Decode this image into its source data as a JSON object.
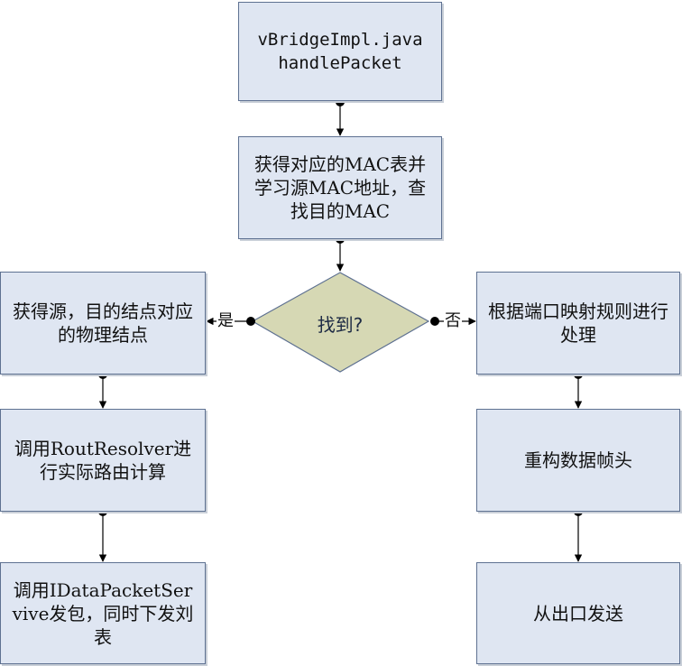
{
  "nodes": {
    "start": {
      "line1": "vBridgeImpl.java",
      "line2": "handlePacket"
    },
    "lookup": {
      "text": "获得对应的MAC表并学习源MAC地址，查找目的MAC"
    },
    "decision": {
      "text": "找到?"
    },
    "yes_1": {
      "text": "获得源，目的结点对应的物理结点"
    },
    "yes_2": {
      "text": "调用RoutResolver进行实际路由计算"
    },
    "yes_3": {
      "text": "调用IDataPacketServive发包，同时下发刘表"
    },
    "no_1": {
      "text": "根据端口映射规则进行处理"
    },
    "no_2": {
      "text": "重构数据帧头"
    },
    "no_3": {
      "text": "从出口发送"
    }
  },
  "edges": {
    "yes_label": "是",
    "no_label": "否"
  },
  "colors": {
    "box_fill": "#dfe6f2",
    "box_border": "#5e7191",
    "diamond_fill": "#d6d8b4",
    "connector": "#000000"
  }
}
